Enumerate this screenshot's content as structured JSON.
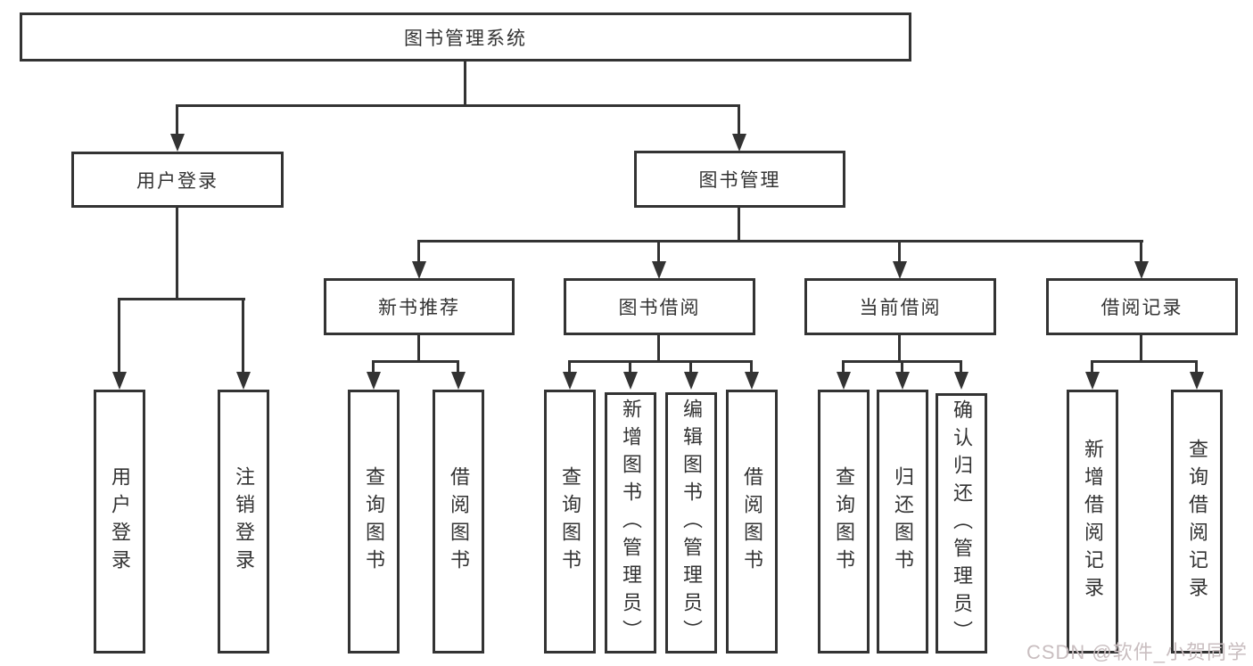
{
  "diagram": {
    "root": {
      "label": "图书管理系统"
    },
    "level2": [
      {
        "label": "用户登录",
        "children": [
          {
            "label": "用户登录"
          },
          {
            "label": "注销登录"
          }
        ]
      },
      {
        "label": "图书管理",
        "children": [
          {
            "label": "新书推荐",
            "children": [
              {
                "label": "查询图书"
              },
              {
                "label": "借阅图书"
              }
            ]
          },
          {
            "label": "图书借阅",
            "children": [
              {
                "label": "查询图书"
              },
              {
                "label": "新增图书（管理员）"
              },
              {
                "label": "编辑图书（管理员）"
              },
              {
                "label": "借阅图书"
              }
            ]
          },
          {
            "label": "当前借阅",
            "children": [
              {
                "label": "查询图书"
              },
              {
                "label": "归还图书"
              },
              {
                "label": "确认归还（管理员）"
              }
            ]
          },
          {
            "label": "借阅记录",
            "children": [
              {
                "label": "新增借阅记录"
              },
              {
                "label": "查询借阅记录"
              }
            ]
          }
        ]
      }
    ]
  },
  "watermark": {
    "text": "CSDN @软件_小贺同学"
  },
  "colors": {
    "line": "#333333",
    "text": "#333333",
    "box_background": "#ffffff",
    "watermark": "#c9bec0",
    "background": "#ffffff"
  }
}
